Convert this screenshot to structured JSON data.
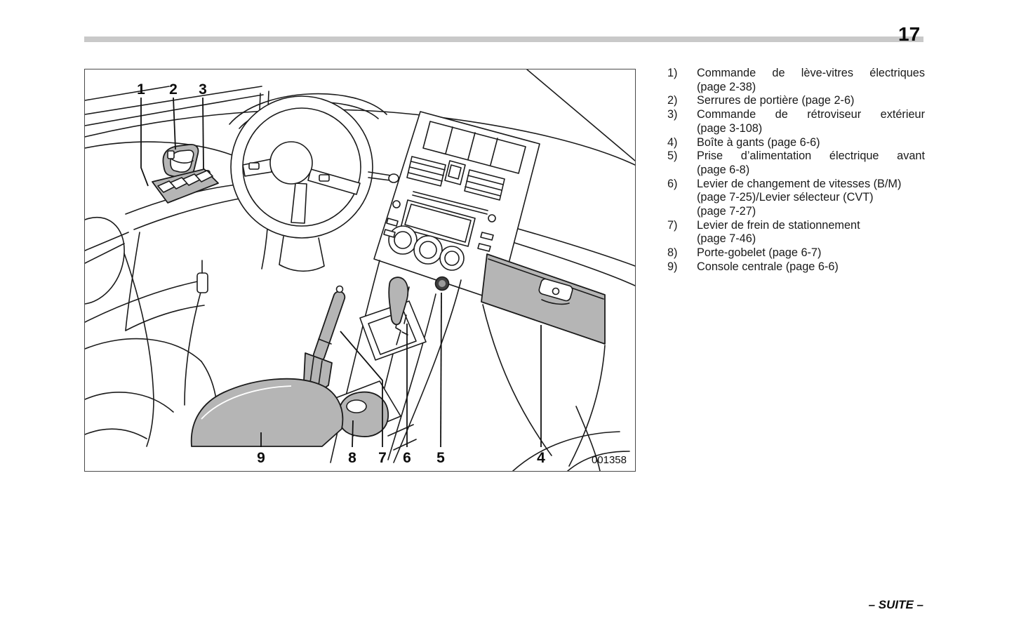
{
  "page": {
    "number": "17",
    "footer": "– SUITE –"
  },
  "figure": {
    "image_id": "001358",
    "callouts": {
      "top": [
        "1",
        "2",
        "3"
      ],
      "bottom": [
        "9",
        "8",
        "7",
        "6",
        "5",
        "4"
      ]
    }
  },
  "legend": {
    "items": [
      {
        "num": "1)",
        "lines": [
          "Commande de lève-vitres électriques",
          "(page 2-38)"
        ]
      },
      {
        "num": "2)",
        "lines": [
          "Serrures de portière (page 2-6)"
        ]
      },
      {
        "num": "3)",
        "lines": [
          "Commande de rétroviseur extérieur",
          "(page 3-108)"
        ]
      },
      {
        "num": "4)",
        "lines": [
          "Boîte à gants (page 6-6)"
        ]
      },
      {
        "num": "5)",
        "lines": [
          "Prise d’alimentation électrique avant",
          "(page 6-8)"
        ]
      },
      {
        "num": "6)",
        "lines": [
          "Levier de changement de vitesses (B/M)",
          "(page 7-25)/Levier sélecteur (CVT)",
          "(page 7-27)"
        ]
      },
      {
        "num": "7)",
        "lines": [
          "Levier de frein de stationnement",
          "(page 7-46)"
        ]
      },
      {
        "num": "8)",
        "lines": [
          "Porte-gobelet (page 6-7)"
        ]
      },
      {
        "num": "9)",
        "lines": [
          "Console centrale (page 6-6)"
        ]
      }
    ]
  },
  "colors": {
    "shade_gray": "#b5b5b5",
    "header_rule_gray": "#c9c9c9"
  }
}
